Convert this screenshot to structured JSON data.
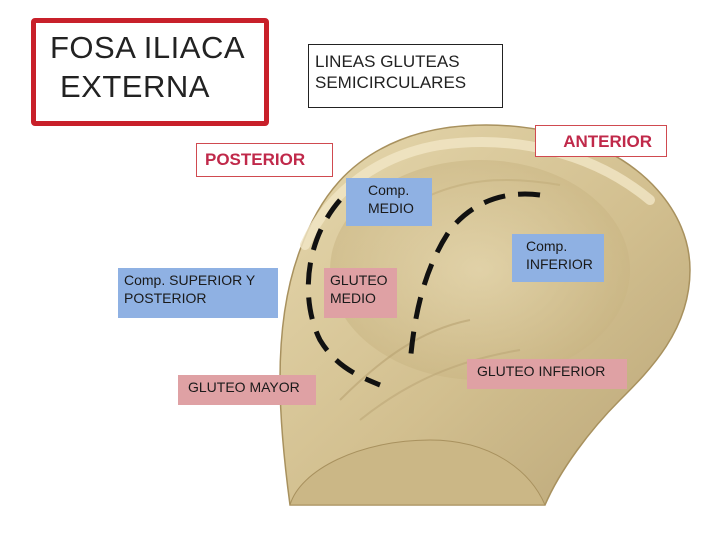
{
  "title": {
    "line1": "FOSA ILIACA",
    "line2": "EXTERNA"
  },
  "lines_label": {
    "line1": "LINEAS GLUTEAS",
    "line2": "SEMICIRCULARES"
  },
  "directions": {
    "posterior": "POSTERIOR",
    "anterior": "ANTERIOR"
  },
  "components": {
    "medio": {
      "line1": "Comp.",
      "line2": "MEDIO"
    },
    "inferior": {
      "line1": "Comp.",
      "line2": "INFERIOR"
    },
    "superior_posterior": {
      "line1": "Comp. SUPERIOR Y",
      "line2": "POSTERIOR"
    }
  },
  "muscles": {
    "gluteo_medio": {
      "line1": "GLUTEO",
      "line2": "MEDIO"
    },
    "gluteo_mayor": "GLUTEO MAYOR",
    "gluteo_inferior": "GLUTEO INFERIOR"
  },
  "colors": {
    "title_border": "#c8202a",
    "direction_text": "#c0294a",
    "component_fill": "#8fb1e3",
    "muscle_fill": "#dfa1a4",
    "bone": "#d8c79a"
  }
}
